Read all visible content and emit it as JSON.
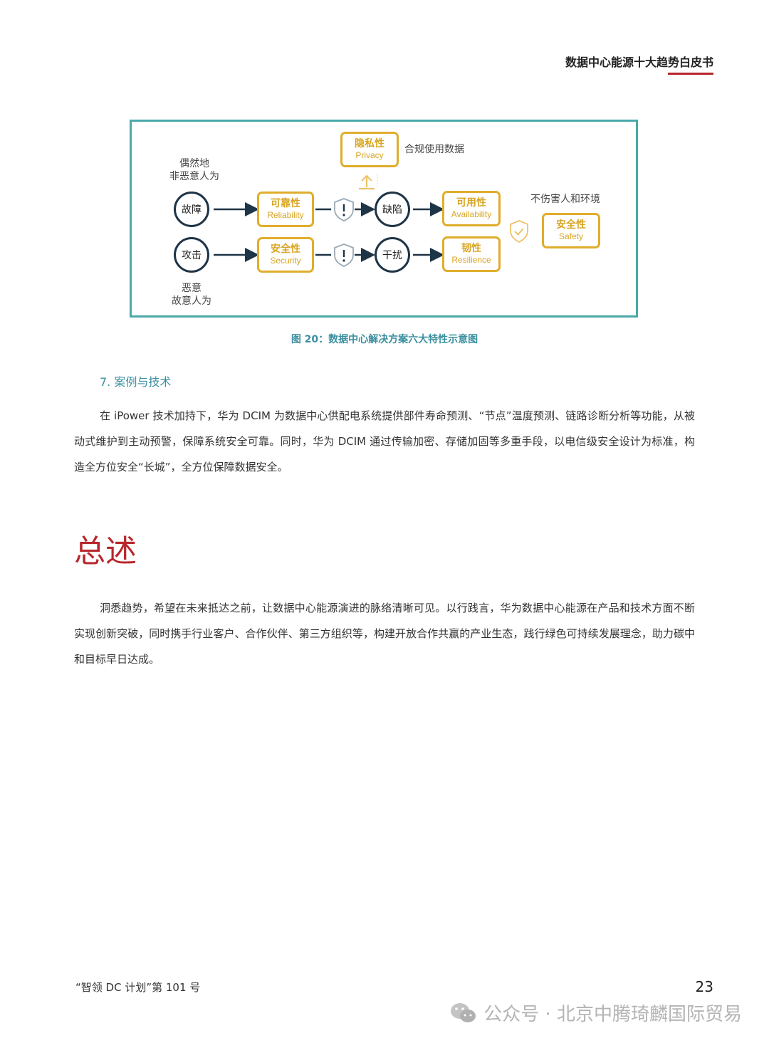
{
  "header": {
    "title": "数据中心能源十大趋势白皮书"
  },
  "diagram": {
    "privacy": {
      "zh": "隐私性",
      "en": "Privacy",
      "note": "合规使用数据"
    },
    "top_cause": {
      "line1": "偶然地",
      "line2": "非恶意人为"
    },
    "bottom_cause": {
      "line1": "恶意",
      "line2": "故意人为"
    },
    "row1": {
      "source": "故障",
      "attribute": {
        "zh": "可靠性",
        "en": "Reliability"
      },
      "result": "缺陷",
      "outcome": {
        "zh": "可用性",
        "en": "Availability"
      }
    },
    "row2": {
      "source": "攻击",
      "attribute": {
        "zh": "安全性",
        "en": "Security"
      },
      "result": "干扰",
      "outcome": {
        "zh": "韧性",
        "en": "Resilience"
      }
    },
    "safety": {
      "note": "不伤害人和环境",
      "zh": "安全性",
      "en": "Safety"
    },
    "colors": {
      "frame": "#4aa9a8",
      "accent": "#e0ad2c",
      "node": "#1e3447"
    },
    "icons": [
      "shield-alert-icon",
      "upload-arrow-icon",
      "shield-check-icon"
    ]
  },
  "caption": "图 20：数据中心解决方案六大特性示意图",
  "section7": {
    "heading": "7. 案例与技术",
    "paragraph": "在 iPower 技术加持下，华为 DCIM 为数据中心供配电系统提供部件寿命预测、“节点”温度预测、链路诊断分析等功能，从被动式维护到主动预警，保障系统安全可靠。同时，华为 DCIM 通过传输加密、存储加固等多重手段，以电信级安全设计为标准，构造全方位安全“长城”，全方位保障数据安全。"
  },
  "summary": {
    "heading": "总述",
    "paragraph": "洞悉趋势，希望在未来抵达之前，让数据中心能源演进的脉络清晰可见。以行践言，华为数据中心能源在产品和技术方面不断实现创新突破，同时携手行业客户、合作伙伴、第三方组织等，构建开放合作共赢的产业生态，践行绿色可持续发展理念，助力碳中和目标早日达成。"
  },
  "footer": {
    "left": "“智领 DC 计划”第 101 号",
    "page": "23",
    "watermark": "公众号 · 北京中腾琦麟国际贸易"
  },
  "accent_color": "#b8262c"
}
